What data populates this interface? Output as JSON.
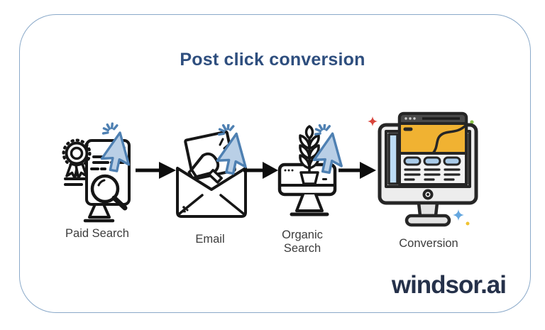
{
  "card": {
    "background": "#ffffff",
    "border_color": "#8aa9c9"
  },
  "title": {
    "text": "Post click conversion",
    "color": "#2e4e7e"
  },
  "flow": {
    "steps": [
      {
        "label": "Paid Search",
        "icon": "paid-search-click-icon"
      },
      {
        "label": "Email",
        "icon": "email-megaphone-click-icon"
      },
      {
        "label": "Organic Search",
        "icon": "organic-plant-monitor-click-icon"
      },
      {
        "label": "Conversion",
        "icon": "conversion-website-monitor-icon"
      }
    ],
    "connector_icon": "arrow-right-icon"
  },
  "logo": {
    "text": "windsor.ai",
    "color": "#25314a"
  },
  "palette": {
    "cursor_stroke": "#4e80b2",
    "cursor_fill": "#b9cfe6",
    "outline_black": "#161616",
    "browser_bar_gray": "#4a4a4a",
    "accent_orange": "#f0b232",
    "accent_light_blue": "#a9cbe9",
    "panel_gray": "#ededed",
    "sparkle_red": "#d9453c",
    "sparkle_green": "#8bc34a",
    "sparkle_blue": "#64a7e0",
    "sparkle_yellow": "#f0c330"
  }
}
